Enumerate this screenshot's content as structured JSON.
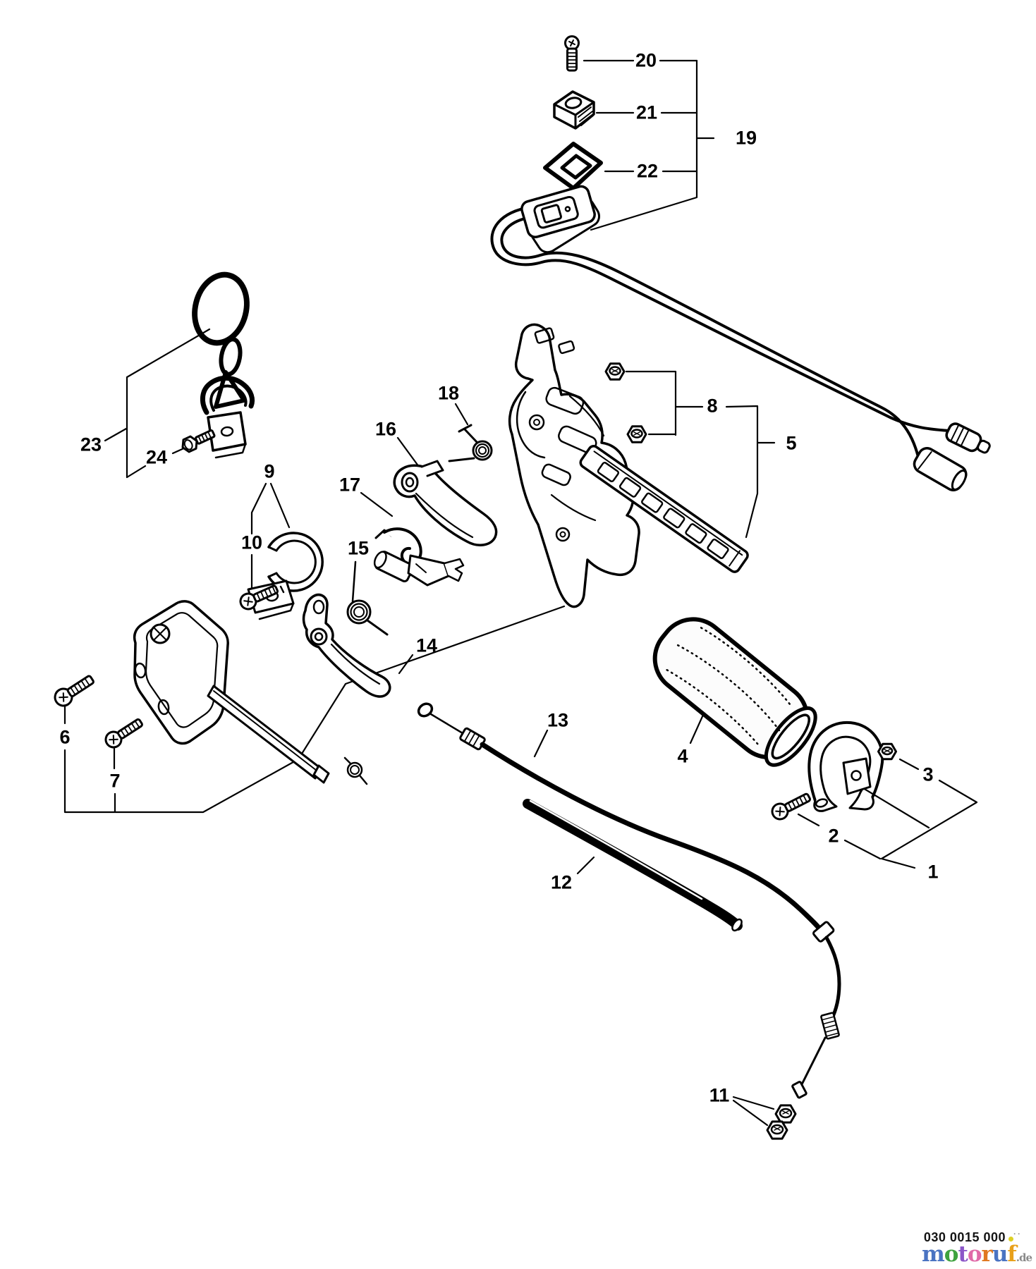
{
  "diagram": {
    "background": "#ffffff",
    "line_color": "#000000",
    "text_color": "#000000",
    "type": "exploded-parts-diagram"
  },
  "callouts": [
    {
      "num": "1"
    },
    {
      "num": "2"
    },
    {
      "num": "3"
    },
    {
      "num": "4"
    },
    {
      "num": "5"
    },
    {
      "num": "6"
    },
    {
      "num": "7"
    },
    {
      "num": "8"
    },
    {
      "num": "9"
    },
    {
      "num": "10"
    },
    {
      "num": "11"
    },
    {
      "num": "12"
    },
    {
      "num": "13"
    },
    {
      "num": "14"
    },
    {
      "num": "15"
    },
    {
      "num": "16"
    },
    {
      "num": "17"
    },
    {
      "num": "18"
    },
    {
      "num": "19"
    },
    {
      "num": "20"
    },
    {
      "num": "21"
    },
    {
      "num": "22"
    },
    {
      "num": "23"
    },
    {
      "num": "24"
    }
  ],
  "footer": {
    "part_code": "030 0015 000",
    "logo": {
      "letters": [
        {
          "ch": "m",
          "color": "#4a73c2"
        },
        {
          "ch": "o",
          "color": "#3fa23f"
        },
        {
          "ch": "t",
          "color": "#8c56c8"
        },
        {
          "ch": "o",
          "color": "#e06aa8"
        },
        {
          "ch": "r",
          "color": "#e07820"
        },
        {
          "ch": "u",
          "color": "#4a73c2"
        },
        {
          "ch": "f",
          "color": "#e8a01a"
        }
      ],
      "suffix": ".de",
      "suffix_color": "#8a8a8a",
      "decoration": "··",
      "accent_dot_color": "#ddd024"
    }
  }
}
